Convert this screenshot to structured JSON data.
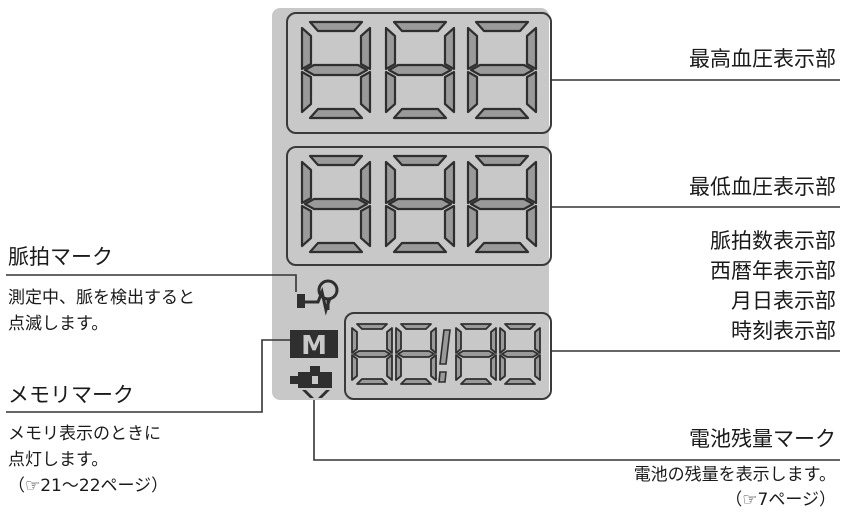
{
  "lcd": {
    "systolic_digits": "888",
    "diastolic_digits": "888",
    "pulse_time_digits": "88:88",
    "memory_glyph": "M"
  },
  "labels": {
    "systolic": "最高血圧表示部",
    "diastolic": "最低血圧表示部",
    "pulse_section": [
      "脈拍数表示部",
      "西暦年表示部",
      "月日表示部",
      "時刻表示部"
    ],
    "battery_title": "電池残量マーク",
    "battery_desc": "電池の残量を表示します。",
    "battery_ref": "（☞7ページ）",
    "pulse_mark_title": "脈拍マーク",
    "pulse_mark_desc1": "測定中、脈を検出すると",
    "pulse_mark_desc2": "点滅します。",
    "memory_title": "メモリマーク",
    "memory_desc1": "メモリ表示のときに",
    "memory_desc2": "点灯します。",
    "memory_ref": "（☞21～22ページ）"
  },
  "colors": {
    "lcd_bg": "#c8c8c8",
    "segment": "#9a9a9a",
    "outline": "#3a3a3a",
    "text": "#1a1a1a"
  }
}
